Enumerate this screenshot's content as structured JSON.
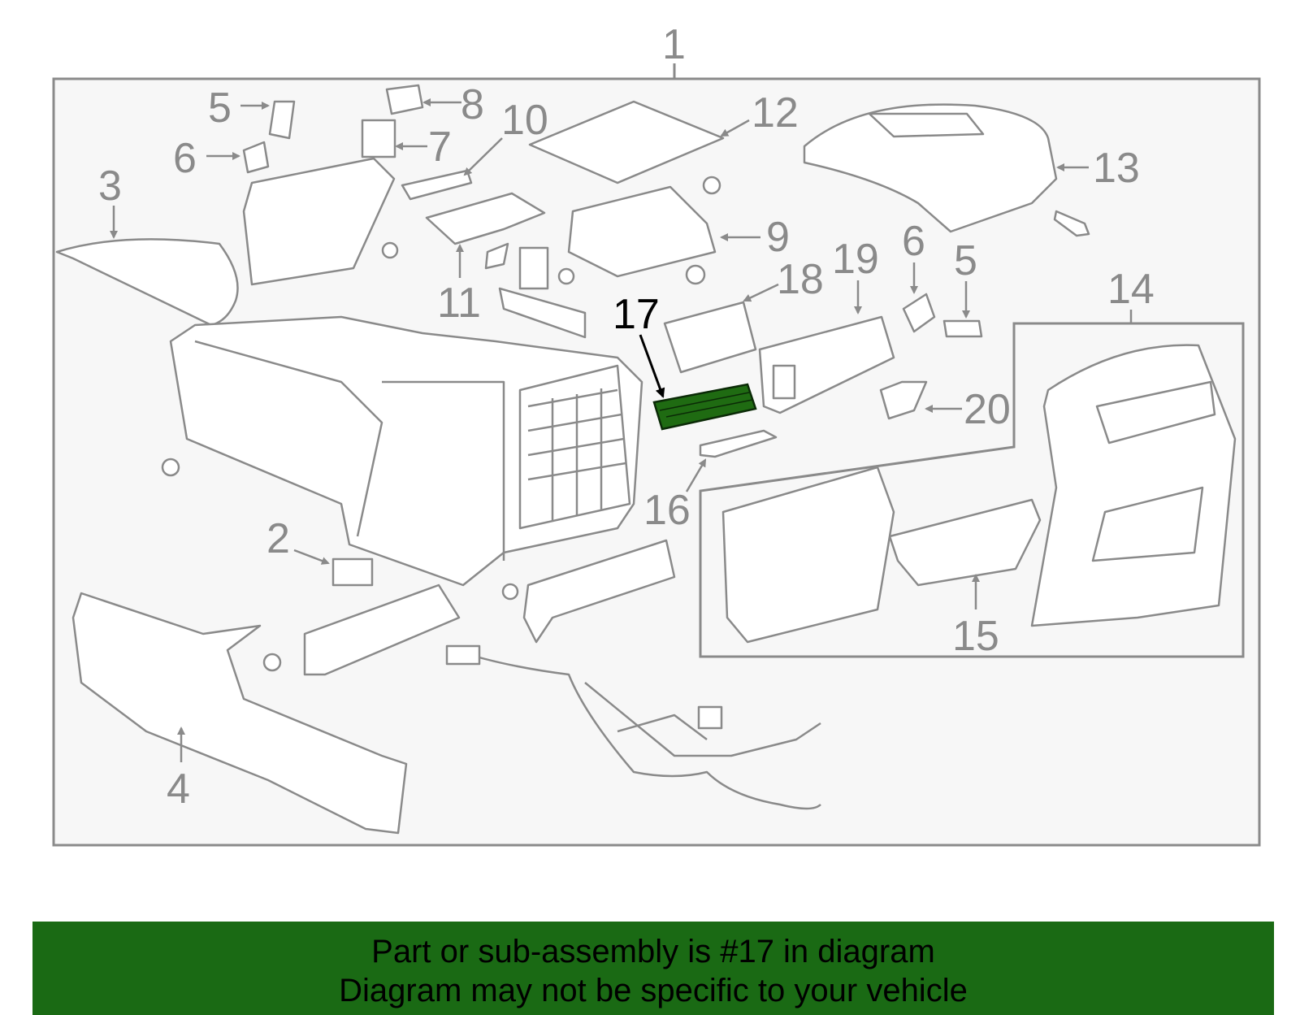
{
  "diagram": {
    "assembly_label": "1",
    "callouts": {
      "c1": "1",
      "c2": "2",
      "c3": "3",
      "c4": "4",
      "c5a": "5",
      "c5b": "5",
      "c6a": "6",
      "c6b": "6",
      "c7": "7",
      "c8": "8",
      "c9": "9",
      "c10": "10",
      "c11": "11",
      "c12": "12",
      "c13": "13",
      "c14": "14",
      "c15": "15",
      "c16": "16",
      "c17": "17",
      "c18": "18",
      "c19": "19",
      "c20": "20"
    },
    "highlighted_part": "17",
    "colors": {
      "outline": "#8a8a8a",
      "box_fill": "#f7f7f7",
      "highlight_fill": "#1f6b12",
      "highlight_text": "#000000"
    }
  },
  "banner": {
    "line1": "Part or sub-assembly is #17 in diagram",
    "line2": "Diagram may not be specific to your vehicle",
    "background": "#1a6a14"
  }
}
